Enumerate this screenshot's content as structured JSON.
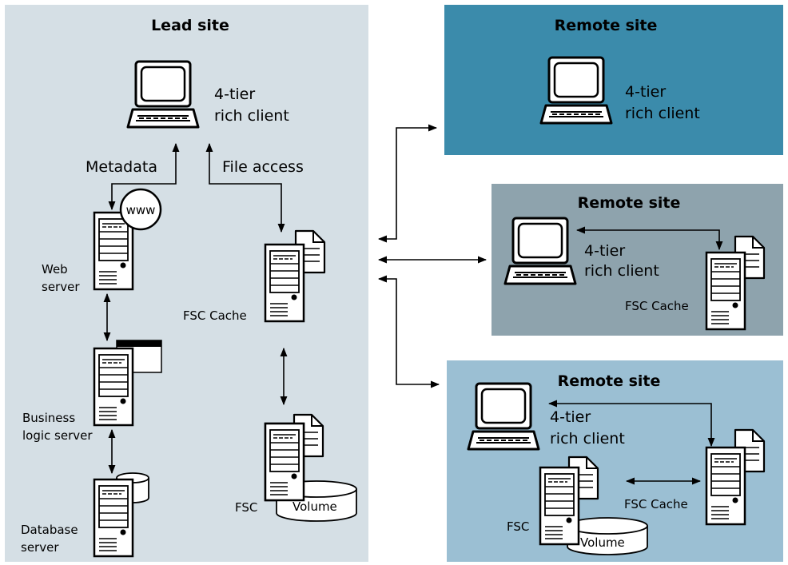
{
  "lead_site": {
    "title": "Lead site",
    "client_label_1": "4-tier",
    "client_label_2": "rich client",
    "metadata_label": "Metadata",
    "file_access_label": "File access",
    "www_label": "www",
    "web_server_label_1": "Web",
    "web_server_label_2": "server",
    "business_label_1": "Business",
    "business_label_2": "logic server",
    "database_label_1": "Database",
    "database_label_2": "server",
    "fsc_cache_label": "FSC Cache",
    "fsc_label": "FSC",
    "volume_label": "Volume"
  },
  "remote_site_1": {
    "title": "Remote site",
    "client_label_1": "4-tier",
    "client_label_2": "rich client"
  },
  "remote_site_2": {
    "title": "Remote site",
    "client_label_1": "4-tier",
    "client_label_2": "rich client",
    "fsc_cache_label": "FSC Cache"
  },
  "remote_site_3": {
    "title": "Remote site",
    "client_label_1": "4-tier",
    "client_label_2": "rich client",
    "fsc_label": "FSC",
    "volume_label": "Volume",
    "fsc_cache_label": "FSC Cache"
  },
  "colors": {
    "lead_bg": "#d5dfe5",
    "remote_1_bg": "#3b8bab",
    "remote_2_bg": "#8ea3ad",
    "remote_3_bg": "#9bbfd3"
  },
  "icons": [
    "laptop-icon",
    "server-icon",
    "document-icon",
    "database-icon",
    "web-globe-icon",
    "window-icon",
    "volume-icon"
  ]
}
